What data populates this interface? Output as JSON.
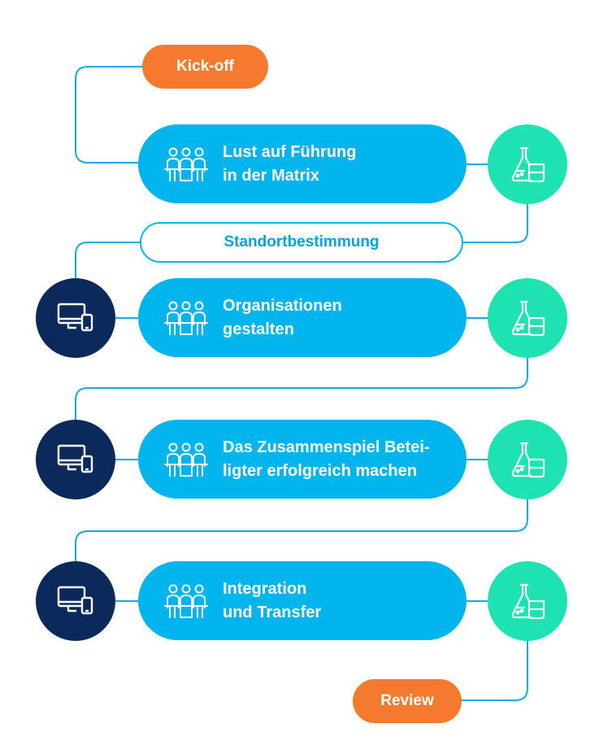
{
  "start_label": "Kick-off",
  "end_label": "Review",
  "assessment_label": "Standortbestimmung",
  "modules": [
    {
      "line1": "Lust auf Führung",
      "line2": "in der Matrix",
      "has_online": false
    },
    {
      "line1": "Organisationen",
      "line2": "gestalten",
      "has_online": true
    },
    {
      "line1": "Das Zusammenspiel Betei-",
      "line2": "ligter erfolgreich machen",
      "has_online": true
    },
    {
      "line1": "Integration",
      "line2": "und Transfer",
      "has_online": true
    }
  ],
  "icons": {
    "module": "people-meeting-icon",
    "lab": "lab-flask-icon",
    "online": "computer-tablet-icon"
  },
  "colors": {
    "module_blue": "#00b4ec",
    "connector": "#1aa9e5",
    "lab_green": "#1de2b1",
    "online_navy": "#0b2a5b",
    "milestone_orange": "#f47a2e"
  }
}
